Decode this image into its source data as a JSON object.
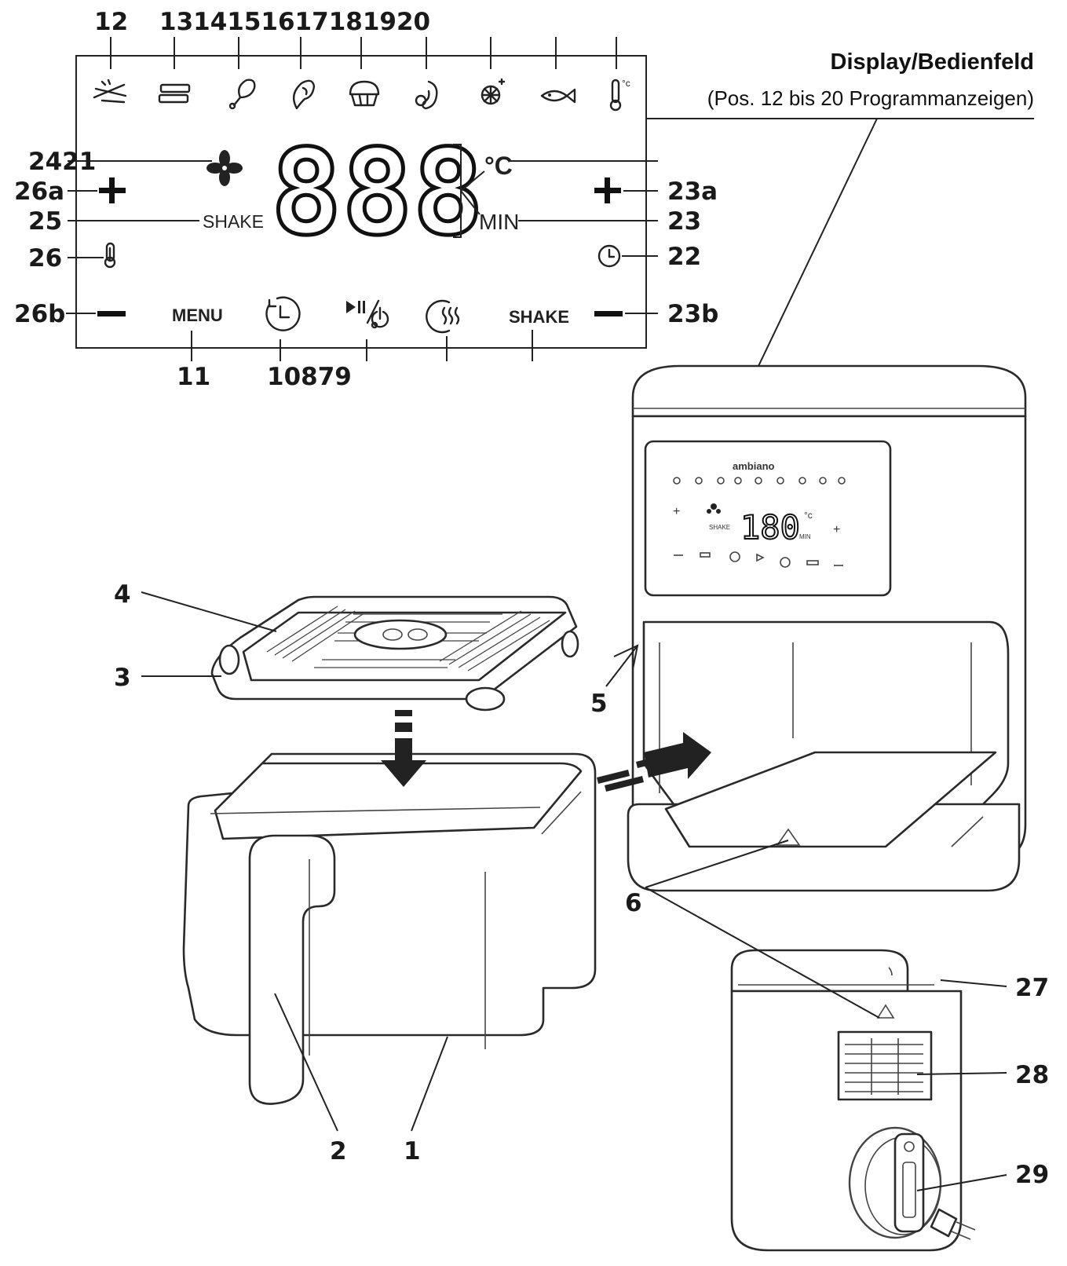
{
  "panel": {
    "title": "Display/Bedienfeld",
    "subtitle": "(Pos. 12 bis 20 Programmanzeigen)",
    "digits": "888",
    "unit_celsius": "°C",
    "unit_min": "MIN",
    "shake_indicator": "SHAKE",
    "menu_label": "MENU",
    "shake_label": "SHAKE",
    "program_icons": [
      "fries-icon",
      "bacon-icon",
      "drumstick-icon",
      "steak-icon",
      "muffin-icon",
      "shrimp-icon",
      "defrost-icon",
      "fish-icon",
      "thermometer-icon"
    ]
  },
  "callouts": {
    "n12": "12",
    "n13_20": "1314151617181920",
    "n24_21": "2421",
    "n26a": "26a",
    "n25": "25",
    "n26": "26",
    "n26b": "26b",
    "n23a": "23a",
    "n23": "23",
    "n22": "22",
    "n23b": "23b",
    "n11": "11",
    "n10_7": "10879",
    "n4": "4",
    "n3": "3",
    "n5": "5",
    "n6": "6",
    "n2": "2",
    "n1": "1",
    "n27": "27",
    "n28": "28",
    "n29": "29"
  },
  "device_display": {
    "brand": "ambiano",
    "temperature": "180",
    "unit_c": "°c",
    "unit_min": "MIN",
    "shake": "SHAKE"
  }
}
